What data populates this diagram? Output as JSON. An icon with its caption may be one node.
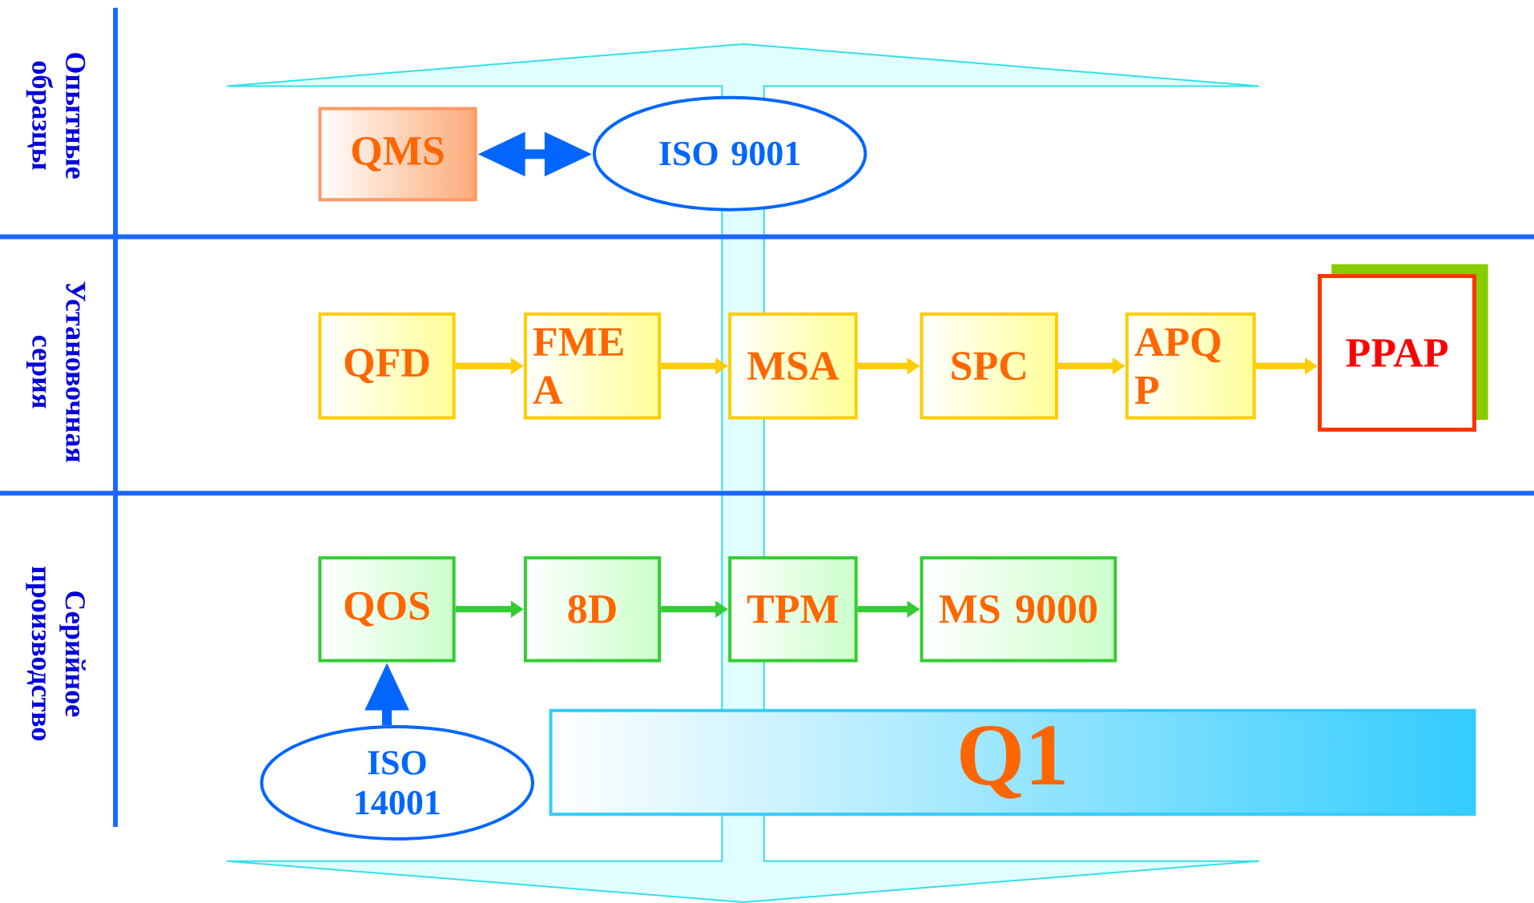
{
  "diagram": {
    "nodes": [
      {
        "text": [
          "QMS"
        ]
      },
      {
        "text": [
          "ISO 9001"
        ]
      },
      {
        "text": [
          "QFD"
        ]
      },
      {
        "text": [
          "FME A"
        ]
      },
      {
        "text": [
          "MSA"
        ]
      },
      {
        "text": [
          "SPC"
        ]
      },
      {
        "text": [
          "APQ P"
        ]
      },
      {
        "text": [
          "PPAP"
        ]
      },
      {
        "text": [
          "QOS"
        ]
      },
      {
        "text": [
          "8D"
        ]
      },
      {
        "text": [
          "TPM"
        ]
      },
      {
        "text": [
          "MS 9000"
        ]
      },
      {
        "text": [
          "ISO 14001"
        ]
      },
      {
        "text": [
          "Q1"
        ]
      }
    ],
    "edges": [
      {
        "from": 0,
        "to": 1,
        "arrow": "both",
        "color": "#0066ff"
      },
      {
        "from": 2,
        "to": 3,
        "arrow": "to"
      },
      {
        "from": 3,
        "to": 4,
        "arrow": "to"
      },
      {
        "from": 4,
        "to": 5,
        "arrow": "to"
      },
      {
        "from": 5,
        "to": 6,
        "arrow": "to"
      },
      {
        "from": 6,
        "to": 7,
        "arrow": "to"
      },
      {
        "from": 8,
        "to": 9,
        "arrow": "to",
        "color": "#33cc33"
      },
      {
        "from": 9,
        "to": 10,
        "arrow": "to",
        "color": "#33cc33"
      },
      {
        "from": 10,
        "to": 11,
        "arrow": "to",
        "color": "#33cc33"
      },
      {
        "from": 12,
        "to": 8,
        "arrow": "to",
        "color": "#0066ff"
      }
    ],
    "labels": [
      "Опытные образцы",
      "Установочная серия",
      "Серийное производство"
    ]
  }
}
